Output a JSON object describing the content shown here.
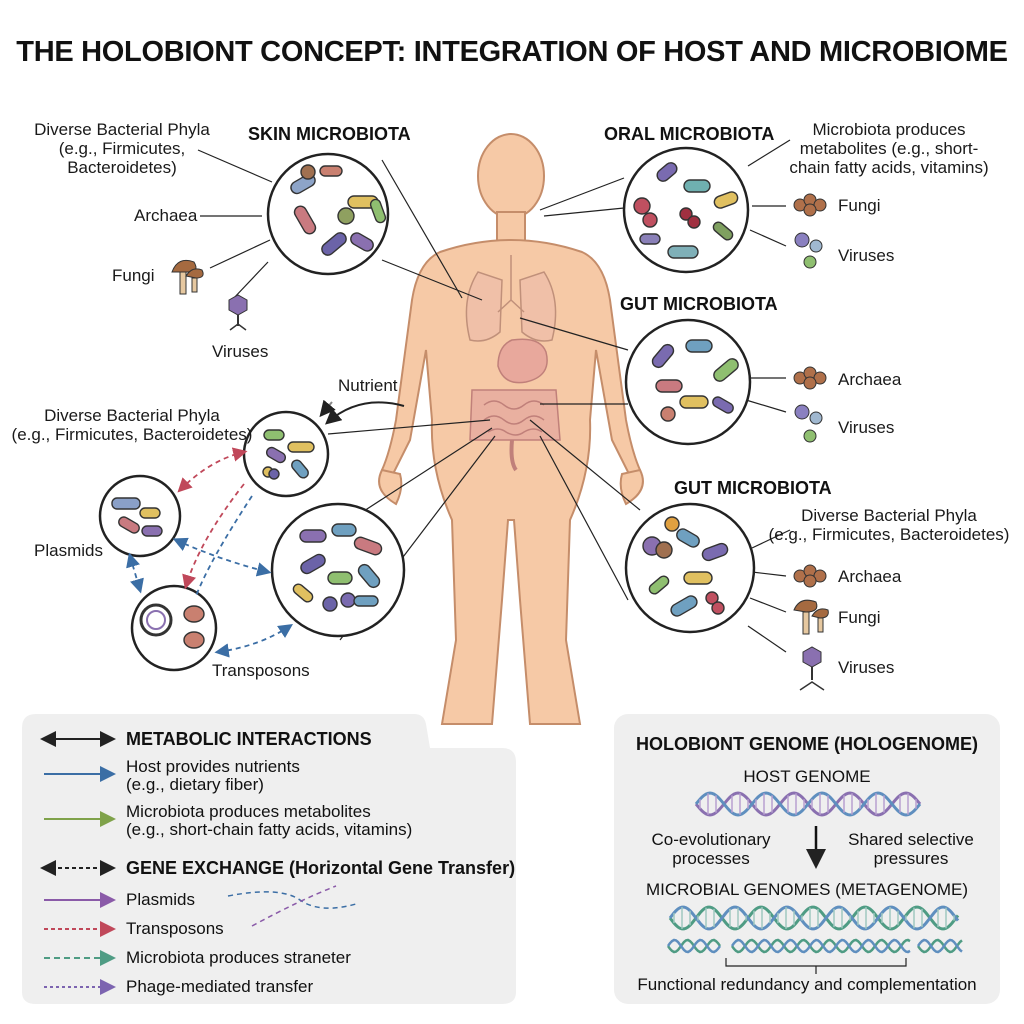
{
  "title": "THE HOLOBIONT CONCEPT: INTEGRATION OF HOST AND MICROBIOME",
  "sections": {
    "skin": "SKIN MICROBIOTA",
    "oral": "ORAL MICROBIOTA",
    "gut1": "GUT MICROBIOTA",
    "gut2": "GUT MICROBIOTA"
  },
  "labels": {
    "skin_phyla_l1": "Diverse Bacterial Phyla",
    "skin_phyla_l2": "(e.g., Firmicutes,",
    "skin_phyla_l3": "Bacteroidetes)",
    "skin_archaea": "Archaea",
    "skin_fungi": "Fungi",
    "skin_viruses": "Viruses",
    "oral_meta_l1": "Microbiota produces",
    "oral_meta_l2": "metabolites (e.g., short-",
    "oral_meta_l3": "chain fatty acids, vitamins)",
    "oral_fungi": "Fungi",
    "oral_viruses": "Viruses",
    "gut1_archaea": "Archaea",
    "gut1_viruses": "Viruses",
    "gut2_phyla_l1": "Diverse Bacterial Phyla",
    "gut2_phyla_l2": "(e.g., Firmicutes, Bacteroidetes)",
    "gut2_archaea": "Archaea",
    "gut2_fungi": "Fungi",
    "gut2_viruses": "Viruses",
    "nutrient": "Nutrient",
    "left_phyla_l1": "Diverse Bacterial Phyla",
    "left_phyla_l2": "(e.g., Firmicutes, Bacteroidetes)",
    "plasmids": "Plasmids",
    "transposons": "Transposons"
  },
  "legend": {
    "metabolic_head": "METABOLIC INTERACTIONS",
    "host_nutrients_l1": "Host provides nutrients",
    "host_nutrients_l2": "(e.g., dietary fiber)",
    "microbiota_metab_l1": "Microbiota produces metabolites",
    "microbiota_metab_l2": "(e.g., short-chain fatty acids, vitamins)",
    "gene_head": "GENE EXCHANGE (Horizontal Gene Transfer)",
    "plasmids": "Plasmids",
    "transposons": "Transposons",
    "stranster": "Microbiota produces straneter",
    "phage": "Phage-mediated transfer",
    "colors": {
      "blue": "#3b6ea5",
      "green": "#7fa24a",
      "purple": "#8a5aa8",
      "red": "#c0485a",
      "teal": "#4f9c84",
      "violet": "#7c64b0"
    }
  },
  "genome": {
    "head": "HOLOBIONT GENOME (HOLOGENOME)",
    "host": "HOST GENOME",
    "coevo_l1": "Co-evolutionary",
    "coevo_l2": "processes",
    "shared_l1": "Shared selective",
    "shared_l2": "pressures",
    "microbial": "MICROBIAL GENOMES (METAGENOME)",
    "functional": "Functional redundancy and complementation"
  }
}
